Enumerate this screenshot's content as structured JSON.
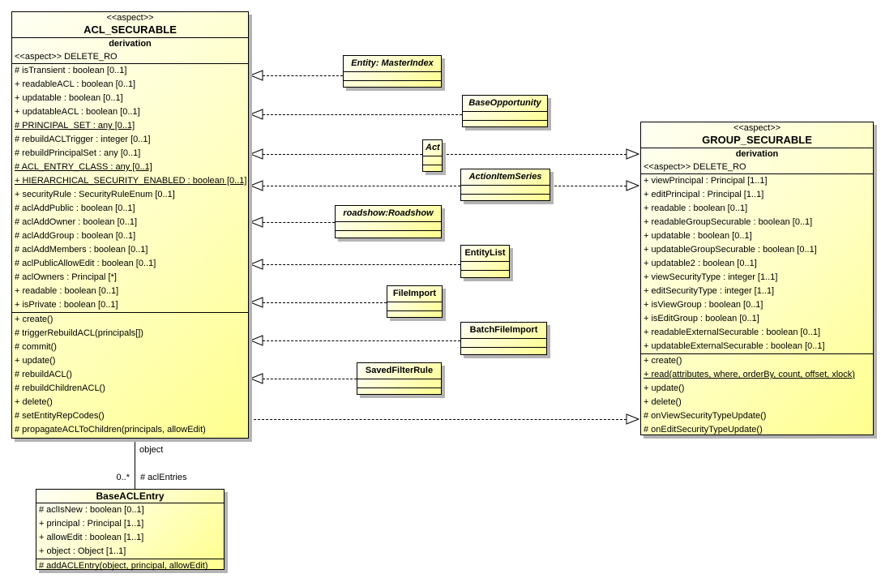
{
  "diagram": {
    "classes": {
      "acl_securable": {
        "stereotype": "<<aspect>>",
        "name": "ACL_SECURABLE",
        "compartment_label": "derivation",
        "derivation": "<<aspect>> DELETE_RO",
        "attributes": [
          "# isTransient : boolean [0..1]",
          "+ readableACL : boolean [0..1]",
          "+ updatable : boolean [0..1]",
          "+ updatableACL : boolean [0..1]",
          "# PRINCIPAL_SET : any [0..1]",
          "# rebuildACLTrigger : integer [0..1]",
          "# rebuildPrincipalSet : any [0..1]",
          "# ACL_ENTRY_CLASS : any [0..1]",
          "+ HIERARCHICAL_SECURITY_ENABLED : boolean [0..1]",
          "+ securityRule : SecurityRuleEnum [0..1]",
          "# aclAddPublic : boolean [0..1]",
          "# aclAddOwner : boolean [0..1]",
          "# aclAddGroup : boolean [0..1]",
          "# aclAddMembers : boolean [0..1]",
          "# aclPublicAllowEdit : boolean [0..1]",
          "# aclOwners : Principal [*]",
          "+ readable : boolean [0..1]",
          "+ isPrivate : boolean [0..1]"
        ],
        "operations": [
          "+ create()",
          "# triggerRebuildACL(principals[])",
          "# commit()",
          "+ update()",
          "# rebuildACL()",
          "# rebuildChildrenACL()",
          "+ delete()",
          "# setEntityRepCodes()",
          "# propagateACLToChildren(principals, allowEdit)"
        ]
      },
      "group_securable": {
        "stereotype": "<<aspect>>",
        "name": "GROUP_SECURABLE",
        "compartment_label": "derivation",
        "derivation": "<<aspect>> DELETE_RO",
        "attributes": [
          "+ viewPrincipal : Principal [1..1]",
          "+ editPrincipal : Principal [1..1]",
          "+ readable : boolean [0..1]",
          "+ readableGroupSecurable : boolean [0..1]",
          "+ updatable : boolean [0..1]",
          "+ updatableGroupSecurable : boolean [0..1]",
          "+ updatable2 : boolean [0..1]",
          "+ viewSecurityType : integer [1..1]",
          "+ editSecurityType : integer [1..1]",
          "+ isViewGroup : boolean [0..1]",
          "+ isEditGroup : boolean [0..1]",
          "+ readableExternalSecurable : boolean [0..1]",
          "+ updatableExternalSecurable : boolean [0..1]"
        ],
        "operations": [
          "+ create()",
          "+ read(attributes, where, orderBy, count, offset, xlock)",
          "+ update()",
          "+ delete()",
          "# onViewSecurityTypeUpdate()",
          "# onEditSecurityTypeUpdate()"
        ]
      },
      "base_acl_entry": {
        "name": "BaseACLEntry",
        "attributes": [
          "# aclIsNew : boolean [0..1]",
          "+ principal : Principal [1..1]",
          "+ allowEdit : boolean [1..1]",
          "+ object : Object [1..1]"
        ],
        "operations": [
          "# addACLEntry(object, principal, allowEdit)"
        ]
      },
      "entity_masterindex": {
        "name": "Entity: MasterIndex"
      },
      "base_opportunity": {
        "name": "BaseOpportunity"
      },
      "act": {
        "name": "Act"
      },
      "action_item_series": {
        "name": "ActionItemSeries"
      },
      "roadshow": {
        "name": "roadshow:Roadshow"
      },
      "entity_list": {
        "name": "EntityList"
      },
      "file_import": {
        "name": "FileImport"
      },
      "batch_file_import": {
        "name": "BatchFileImport"
      },
      "saved_filter_rule": {
        "name": "SavedFilterRule"
      }
    },
    "association": {
      "role_object": "object",
      "multiplicity": "0..*",
      "role_acl_entries": "# aclEntries"
    },
    "connectors": [
      {
        "from": "Entity: MasterIndex",
        "to": "ACL_SECURABLE",
        "type": "realization",
        "line": "dashed"
      },
      {
        "from": "BaseOpportunity",
        "to": "ACL_SECURABLE",
        "type": "realization",
        "line": "dashed"
      },
      {
        "from": "Act",
        "to": "ACL_SECURABLE",
        "type": "realization",
        "line": "dashed"
      },
      {
        "from": "ActionItemSeries",
        "to": "ACL_SECURABLE",
        "type": "realization",
        "line": "dashed"
      },
      {
        "from": "roadshow:Roadshow",
        "to": "ACL_SECURABLE",
        "type": "realization",
        "line": "dashed"
      },
      {
        "from": "EntityList",
        "to": "ACL_SECURABLE",
        "type": "realization",
        "line": "dashed"
      },
      {
        "from": "FileImport",
        "to": "ACL_SECURABLE",
        "type": "realization",
        "line": "dashed"
      },
      {
        "from": "BatchFileImport",
        "to": "ACL_SECURABLE",
        "type": "realization",
        "line": "dashed"
      },
      {
        "from": "SavedFilterRule",
        "to": "ACL_SECURABLE",
        "type": "realization",
        "line": "dashed"
      },
      {
        "from": "Act",
        "to": "GROUP_SECURABLE",
        "type": "realization",
        "line": "dashed"
      },
      {
        "from": "ActionItemSeries",
        "to": "GROUP_SECURABLE",
        "type": "realization",
        "line": "dashed"
      },
      {
        "from": "ACL_SECURABLE",
        "to": "GROUP_SECURABLE",
        "type": "realization",
        "line": "dashed"
      },
      {
        "from": "ACL_SECURABLE",
        "to": "BaseACLEntry",
        "type": "association",
        "line": "solid"
      }
    ]
  },
  "colors": {
    "fill_light": "#fffff4",
    "fill_dark": "#ffff8e",
    "border": "#000000",
    "shadow": "#b4b4b4"
  }
}
